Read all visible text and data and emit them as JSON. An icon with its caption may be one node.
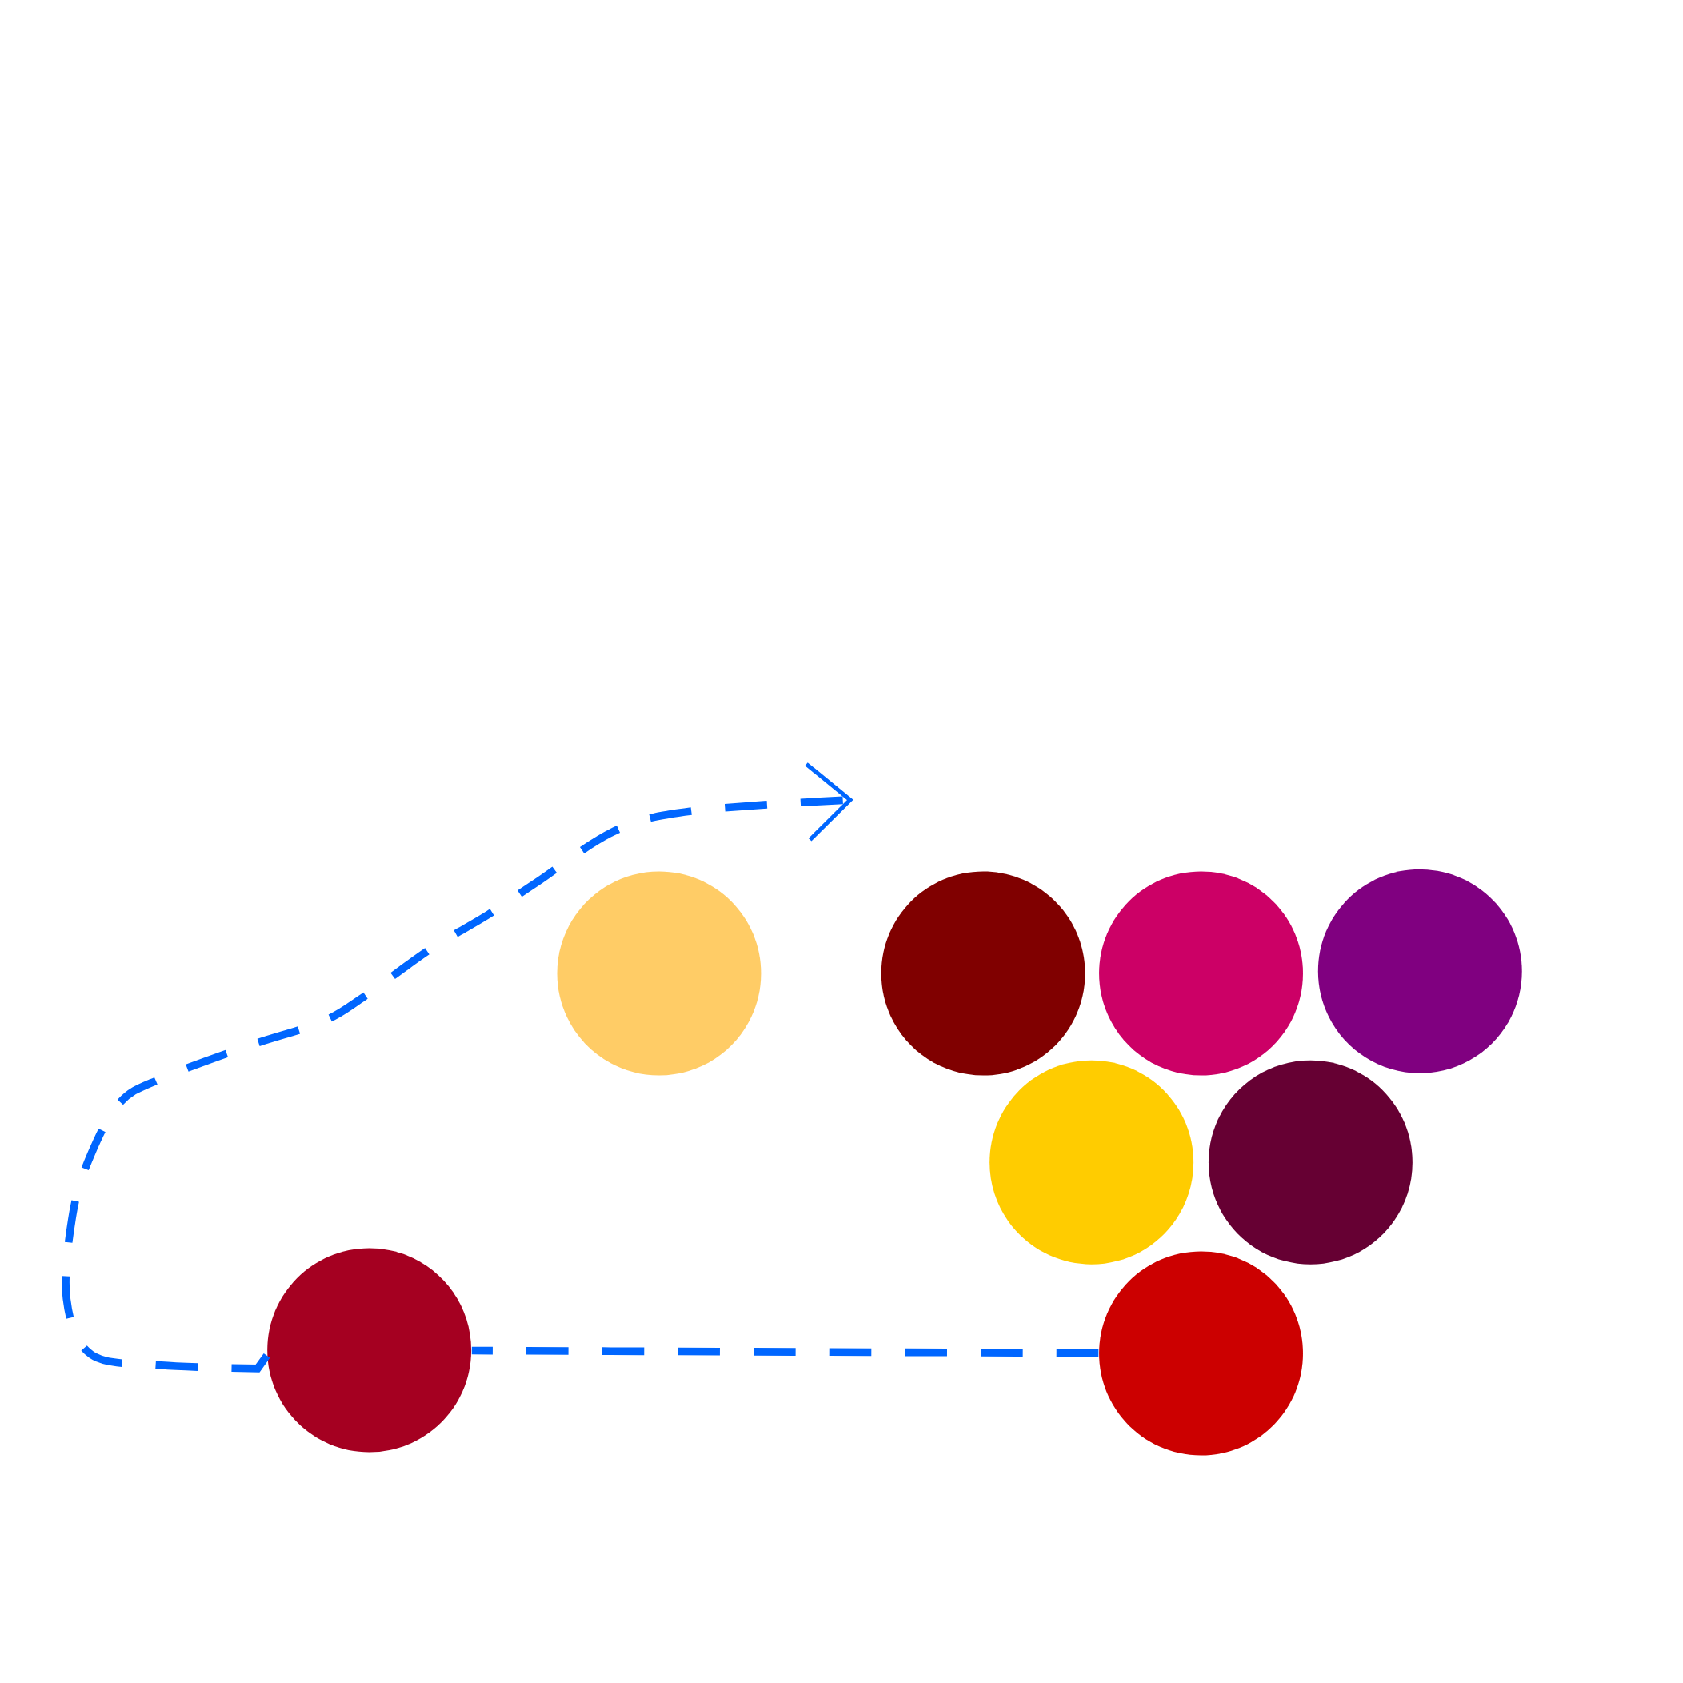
{
  "diagram": {
    "nodes": [
      {
        "text": [],
        "shape": "circle"
      },
      {
        "text": [],
        "shape": "circle"
      },
      {
        "text": [],
        "shape": "circle"
      },
      {
        "text": [],
        "shape": "circle"
      },
      {
        "text": [],
        "shape": "circle"
      },
      {
        "text": [],
        "shape": "circle"
      },
      {
        "text": [],
        "shape": "circle"
      },
      {
        "text": [],
        "shape": "circle"
      }
    ],
    "edges": [
      {
        "from": 7,
        "to": 6,
        "arrow": "none",
        "style": "dashed"
      },
      {
        "from": 6,
        "to": null,
        "arrow": "to",
        "style": "dashed"
      }
    ]
  }
}
